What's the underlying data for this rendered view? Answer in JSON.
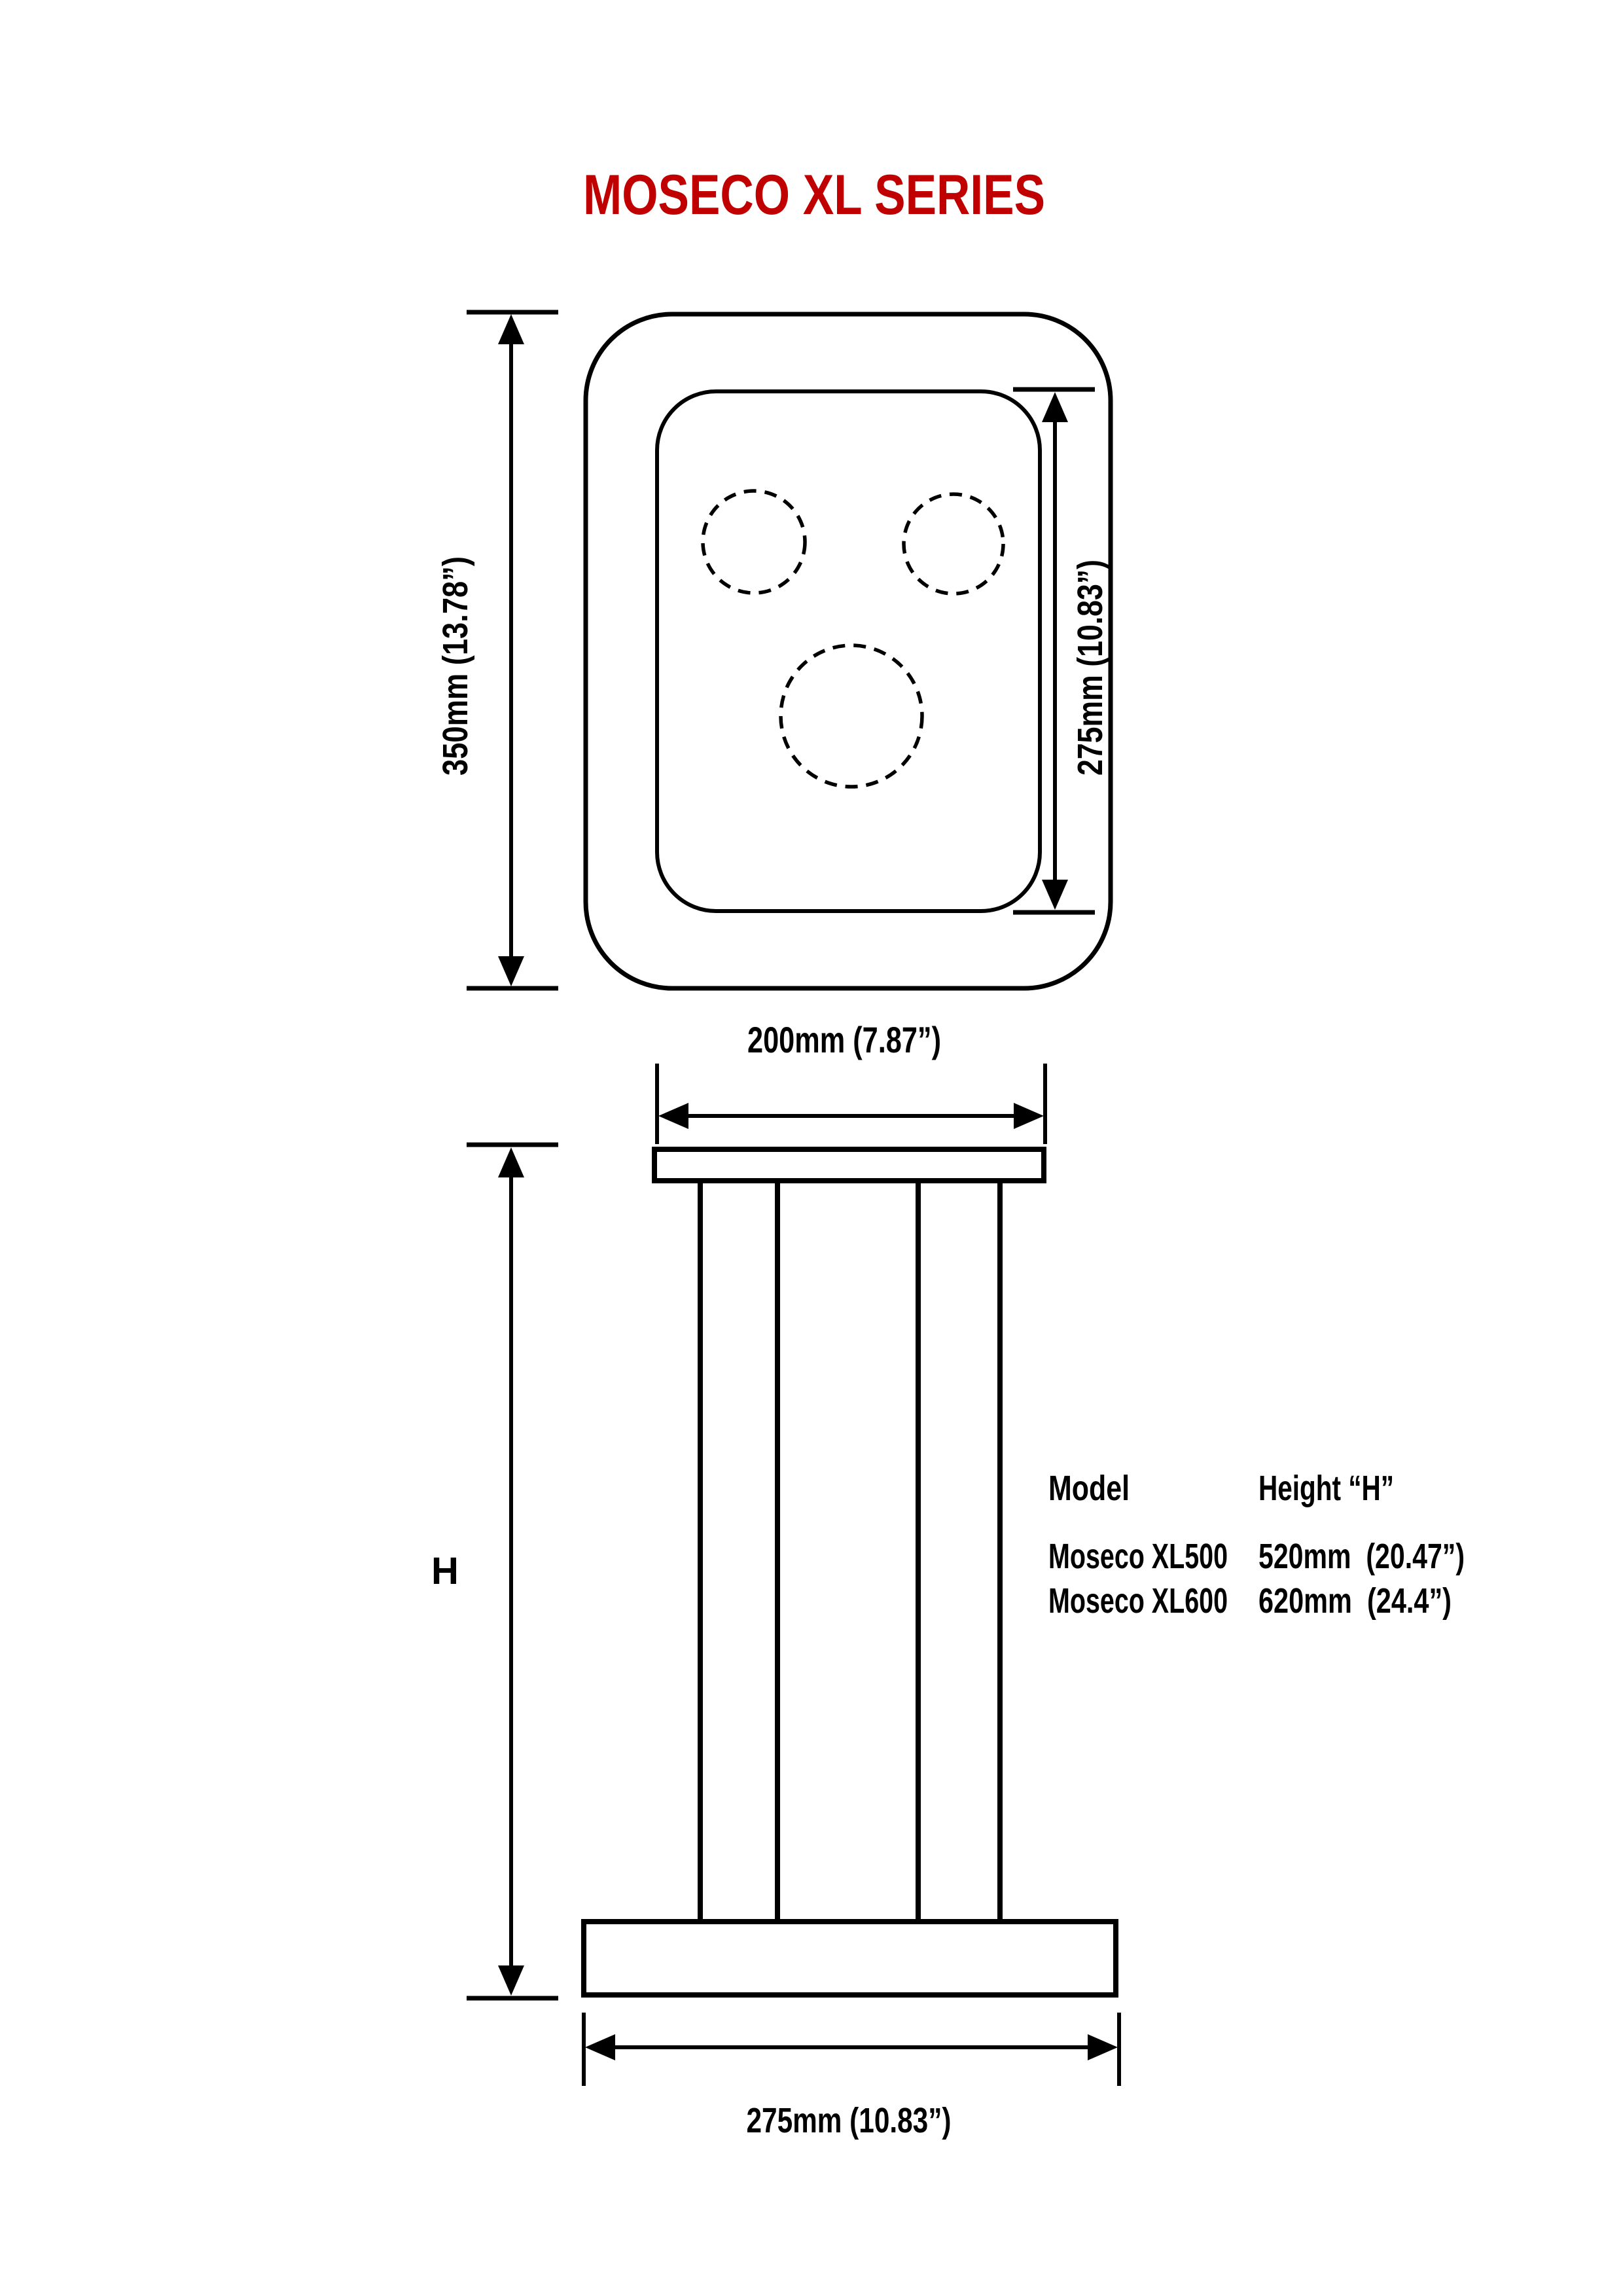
{
  "colors": {
    "ink": "#000000",
    "accent_red": "#C00000",
    "background": "#FFFFFF"
  },
  "title": "MOSECO XL SERIES",
  "top_view": {
    "outer_height_label": "350mm (13.78”)",
    "inner_height_label": "275mm (10.83”)"
  },
  "front_view": {
    "top_width_label": "200mm (7.87”)",
    "height_label": "H",
    "base_width_label": "275mm (10.83”)"
  },
  "spec_table": {
    "header": {
      "model": "Model",
      "height": "Height “H”"
    },
    "rows": [
      {
        "model": "Moseco XL500",
        "height": "520mm  (20.47”)"
      },
      {
        "model": "Moseco XL600",
        "height": "620mm  (24.4”)"
      }
    ]
  }
}
